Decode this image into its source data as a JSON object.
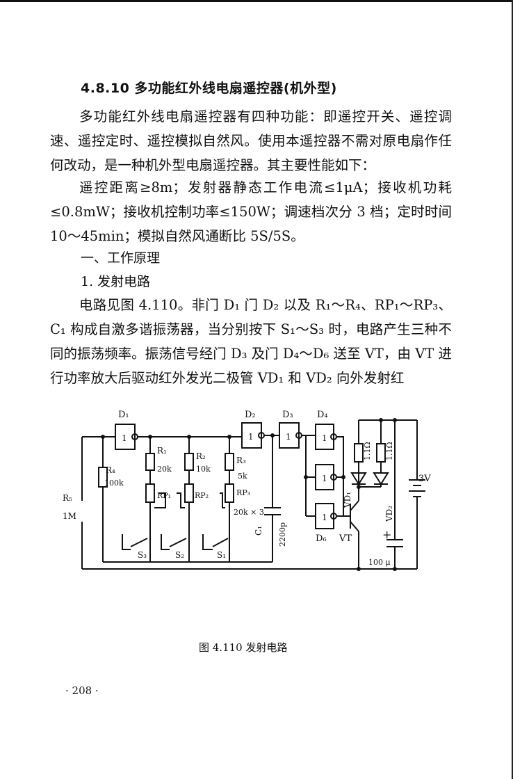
{
  "section": {
    "title": "4.8.10  多功能红外线电扇遥控器(机外型)"
  },
  "body": {
    "para1": "多功能红外线电扇遥控器有四种功能：即遥控开关、遥控调速、遥控定时、遥控模拟自然风。使用本遥控器不需对原电扇作任何改动，是一种机外型电扇遥控器。其主要性能如下：",
    "para2": "遥控距离≥8m；发射器静态工作电流≤1μA；接收机功耗≤0.8mW；接收机控制功率≤150W；调速档次分 3 档；定时时间 10～45min；模拟自然风通断比 5S/5S。",
    "heading1": "一、工作原理",
    "heading2": "1. 发射电路",
    "para3": "电路见图 4.110。非门 D₁ 门 D₂ 以及 R₁～R₄、RP₁～RP₃、C₁ 构成自激多谐振荡器，当分别按下 S₁～S₃ 时，电路产生三种不同的振荡频率。振荡信号经门 D₃ 及门 D₄～D₆ 送至 VT，由 VT 进行功率放大后驱动红外发光二极管 VD₁ 和 VD₂ 向外发射红"
  },
  "figure": {
    "labels": {
      "d1": "D₁",
      "d2": "D₂",
      "d3": "D₃",
      "d4": "D₄",
      "d6": "D₆",
      "gate": "1",
      "r1": "R₁",
      "r1v": "20k",
      "r2": "R₂",
      "r2v": "10k",
      "r3": "R₃",
      "r3v": "5k",
      "r4": "R₄",
      "r4v": "100k",
      "r5": "R₅",
      "r5v": "1M",
      "rp1": "RP₁",
      "rp2": "RP₂",
      "rp3": "RP₃",
      "rpv": "20k × 3",
      "c1": "C₁",
      "c1v": "2200p",
      "s1": "S₁",
      "s2": "S₂",
      "s3": "S₃",
      "vd1": "VD₁",
      "vd2": "VD₂",
      "vt": "VT",
      "res1": "1.1Ω",
      "res2": "1.1Ω",
      "batt": "3V",
      "cap": "100 μ",
      "plus": "+"
    },
    "caption": "图 4.110   发射电路"
  },
  "footer": {
    "page_number": "· 208 ·"
  }
}
